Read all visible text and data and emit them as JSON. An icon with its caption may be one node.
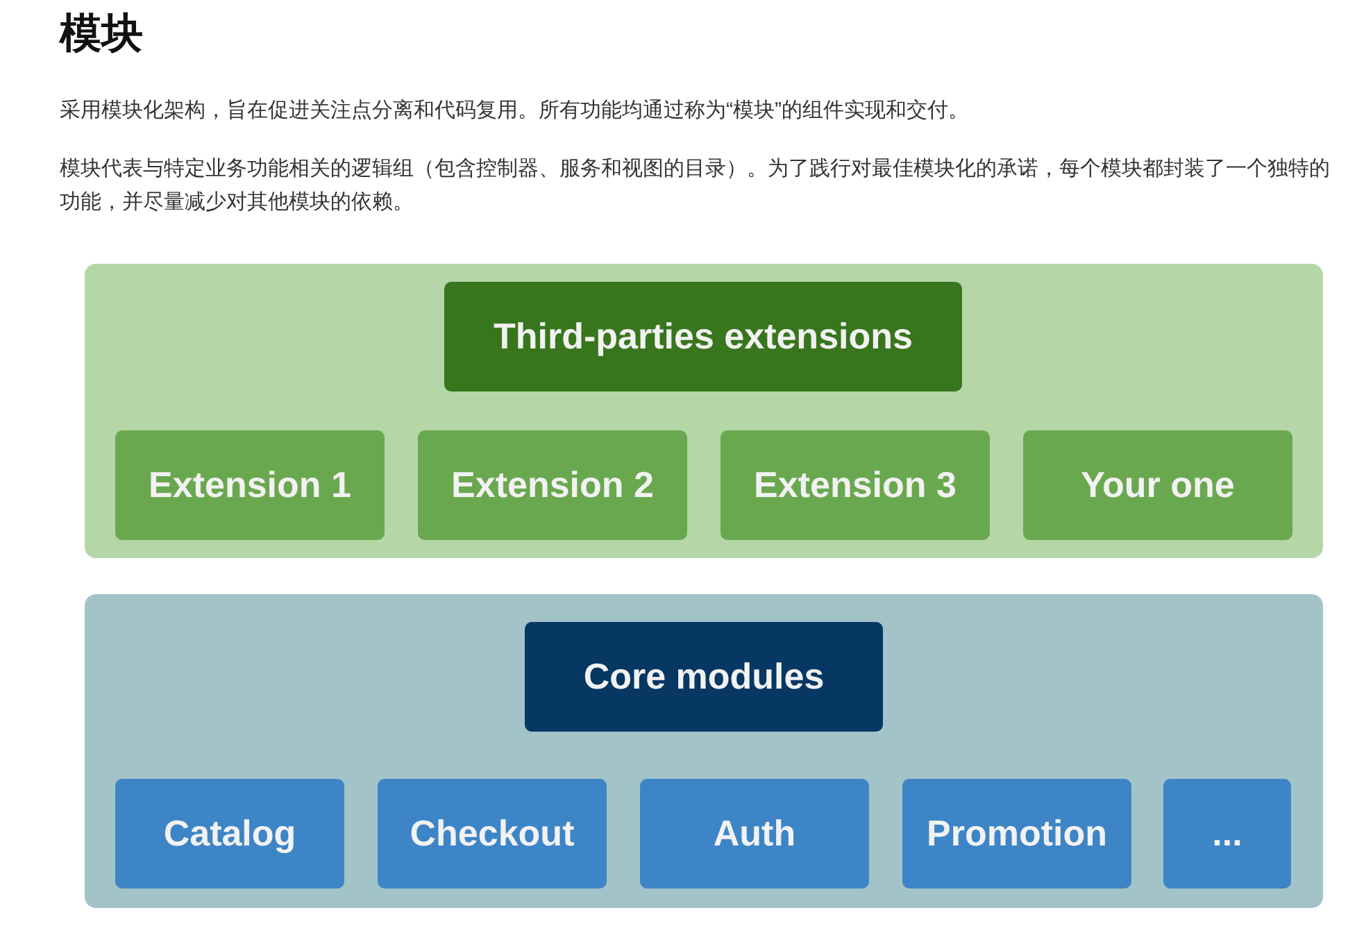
{
  "diagram": {
    "title": "模块",
    "nodes": [
      {
        "text": [],
        "shape": "box"
      },
      {
        "text": [
          "Third-parties extensions"
        ],
        "in": 0
      },
      {
        "text": [
          "Extension 1"
        ],
        "in": 0
      },
      {
        "text": [
          "Extension 2"
        ],
        "in": 0
      },
      {
        "text": [
          "Extension 3"
        ],
        "in": 0
      },
      {
        "text": [
          "Your one"
        ],
        "in": 0
      },
      {
        "text": [],
        "shape": "box"
      },
      {
        "text": [
          "Core modules"
        ],
        "in": 6
      },
      {
        "text": [
          "Catalog"
        ],
        "in": 6
      },
      {
        "text": [
          "Checkout"
        ],
        "in": 6
      },
      {
        "text": [
          "Auth"
        ],
        "in": 6
      },
      {
        "text": [
          "Promotion"
        ],
        "in": 6
      },
      {
        "text": [
          "..."
        ],
        "in": 6
      }
    ],
    "edges": [],
    "labels": [
      "采用模块化架构，旨在促进关注点分离和代码复用。所有功能均通过称为“模块”的组件实现和交付。",
      "模块代表与特定业务功能相关的逻辑组（包含控制器、服务和视图的目录）。为了践行对最佳模块化的承诺，每个模块都封装了一个独特的功能，并尽量减少对其他模块的依赖。"
    ]
  }
}
